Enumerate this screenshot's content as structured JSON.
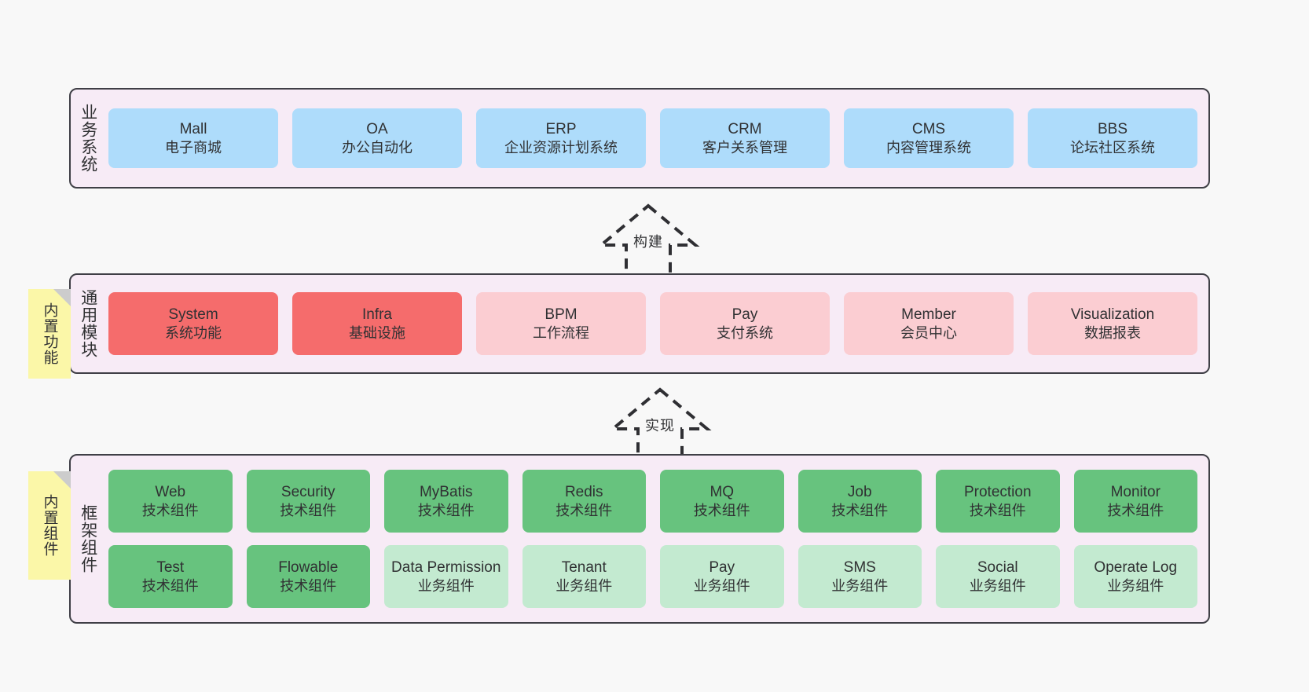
{
  "diagram": {
    "title": "Architecture layers diagram",
    "colors": {
      "panel_bg": "#f7ebf6",
      "panel_border": "#3f3f46",
      "blue": "#aedcfb",
      "red": "#f56c6c",
      "pink": "#fbcdd2",
      "green": "#67c37e",
      "light_green": "#c3ead0",
      "note_yellow": "#fbf7a8",
      "note_fold": "#cccccc"
    }
  },
  "layers": {
    "business": {
      "title": "业务系统",
      "cards": [
        {
          "name": "Mall",
          "desc": "电子商城"
        },
        {
          "name": "OA",
          "desc": "办公自动化"
        },
        {
          "name": "ERP",
          "desc": "企业资源计划系统"
        },
        {
          "name": "CRM",
          "desc": "客户关系管理"
        },
        {
          "name": "CMS",
          "desc": "内容管理系统"
        },
        {
          "name": "BBS",
          "desc": "论坛社区系统"
        }
      ]
    },
    "common": {
      "title": "通用模块",
      "note": "内置功能",
      "cards": [
        {
          "name": "System",
          "desc": "系统功能"
        },
        {
          "name": "Infra",
          "desc": "基础设施"
        },
        {
          "name": "BPM",
          "desc": "工作流程"
        },
        {
          "name": "Pay",
          "desc": "支付系统"
        },
        {
          "name": "Member",
          "desc": "会员中心"
        },
        {
          "name": "Visualization",
          "desc": "数据报表"
        }
      ]
    },
    "framework": {
      "title": "框架组件",
      "note": "内置组件",
      "row1": [
        {
          "name": "Web",
          "desc": "技术组件"
        },
        {
          "name": "Security",
          "desc": "技术组件"
        },
        {
          "name": "MyBatis",
          "desc": "技术组件"
        },
        {
          "name": "Redis",
          "desc": "技术组件"
        },
        {
          "name": "MQ",
          "desc": "技术组件"
        },
        {
          "name": "Job",
          "desc": "技术组件"
        },
        {
          "name": "Protection",
          "desc": "技术组件"
        },
        {
          "name": "Monitor",
          "desc": "技术组件"
        }
      ],
      "row2": [
        {
          "name": "Test",
          "desc": "技术组件"
        },
        {
          "name": "Flowable",
          "desc": "技术组件"
        },
        {
          "name": "Data Permission",
          "desc": "业务组件"
        },
        {
          "name": "Tenant",
          "desc": "业务组件"
        },
        {
          "name": "Pay",
          "desc": "业务组件"
        },
        {
          "name": "SMS",
          "desc": "业务组件"
        },
        {
          "name": "Social",
          "desc": "业务组件"
        },
        {
          "name": "Operate Log",
          "desc": "业务组件"
        }
      ]
    }
  },
  "arrows": {
    "build": "构建",
    "implement": "实现"
  }
}
